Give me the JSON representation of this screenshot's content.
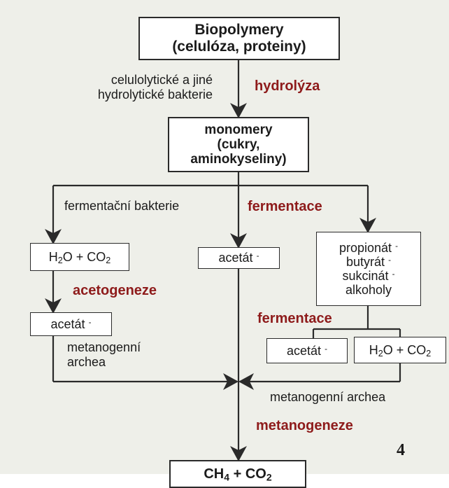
{
  "biopolymers": {
    "line1": "Biopolymery",
    "line2": "(celulóza, proteiny)"
  },
  "hydrolytic_bacteria": {
    "line1": "celulolytické a jiné",
    "line2": "hydrolytické bakterie"
  },
  "hydrolysis": "hydrolýza",
  "monomers": {
    "line1": "monomery",
    "line2": "(cukry,",
    "line3": "aminokyseliny)"
  },
  "fermentative_bacteria": "fermentační bakterie",
  "fermentation": "fermentace",
  "h2o_co2": {
    "h": "H",
    "two": "2",
    "o_plus_co": "O + CO",
    "sub2": "2"
  },
  "acetate": {
    "text": "acetát",
    "charge": "-"
  },
  "products": {
    "propionate": "propionát",
    "butyrate": "butyrát",
    "succinate": "sukcinát",
    "alcohols": "alkoholy",
    "charge": "-"
  },
  "acetogenesis": "acetogeneze",
  "second_fermentation": "fermentace",
  "methanogenic_archea_left": {
    "line1": "metanogenní",
    "line2": "archea"
  },
  "methanogenic_archea_right": "metanogenní archea",
  "methanogenesis": "metanogeneze",
  "final": {
    "ch": "CH",
    "sub4": "4",
    "plus_co": " + CO",
    "sub2": "2"
  },
  "figure_number": "4"
}
